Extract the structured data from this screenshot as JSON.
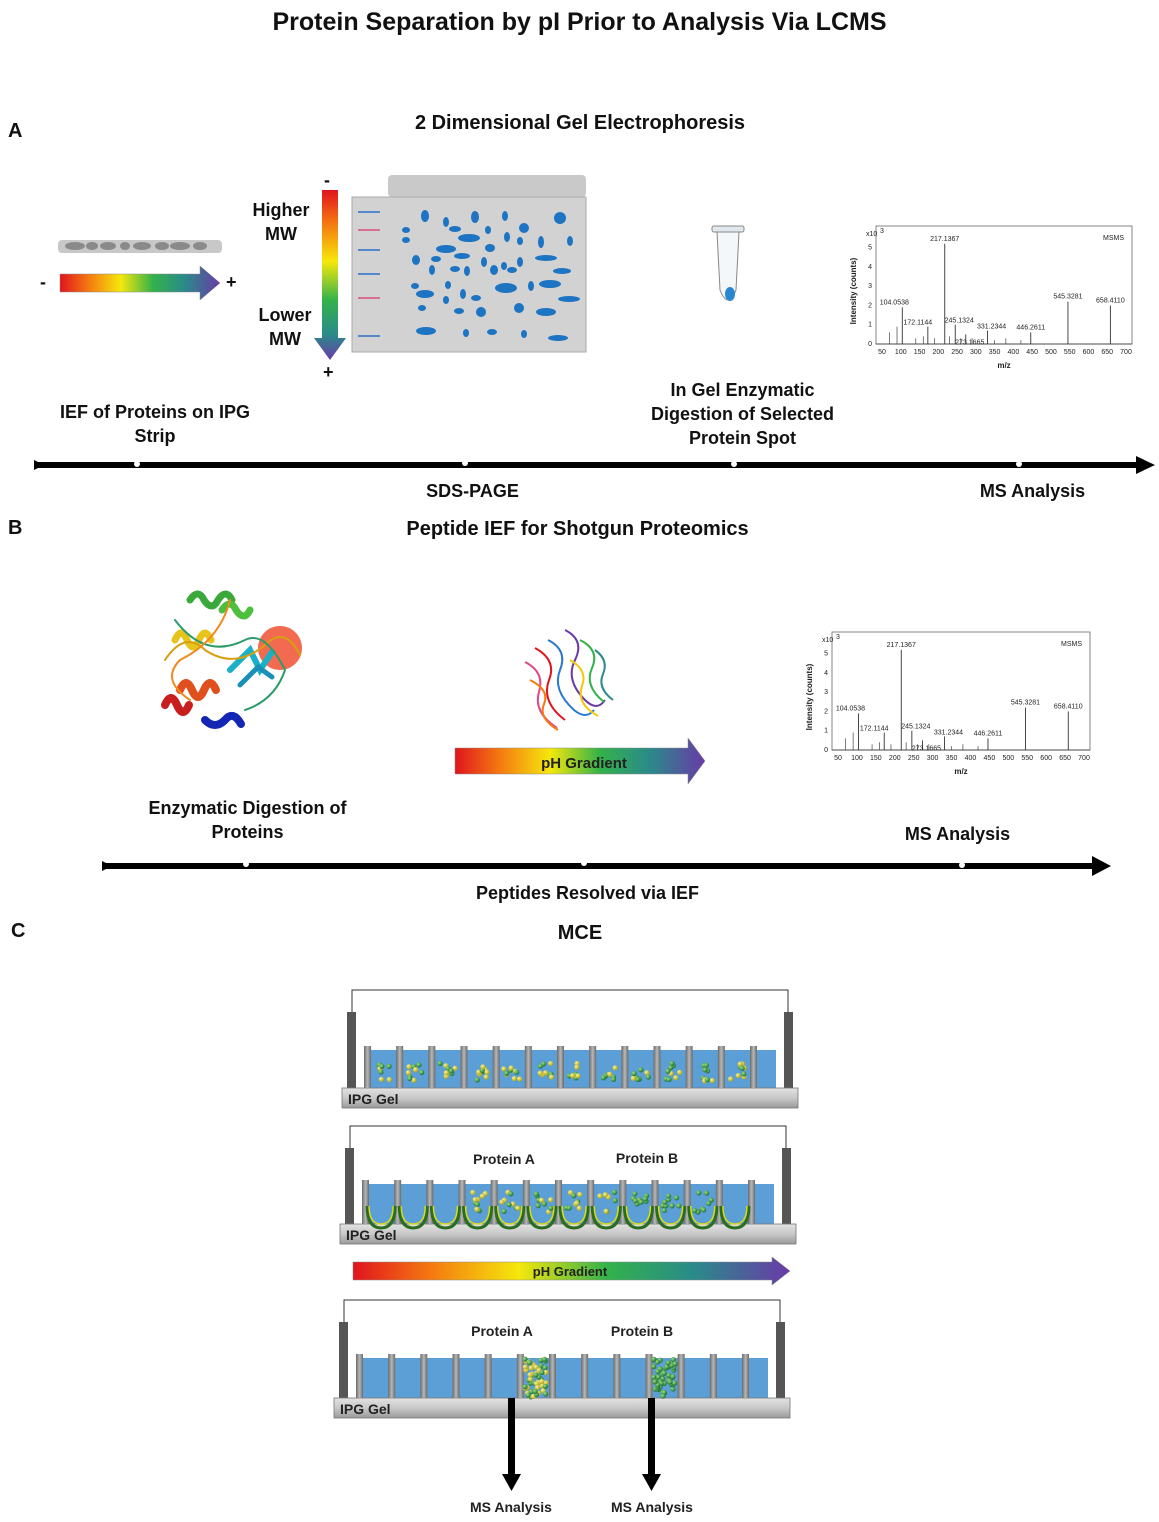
{
  "title": "Protein Separation by pI Prior to Analysis Via LCMS",
  "sectionA": {
    "letter": "A",
    "title": "2 Dimensional Gel Electrophoresis",
    "strip_minus": "-",
    "strip_plus": "+",
    "mw_minus": "-",
    "mw_plus": "+",
    "higher_mw": "Higher MW",
    "lower_mw": "Lower MW",
    "step_ief": "IEF of Proteins on IPG Strip",
    "step_sds": "SDS-PAGE",
    "step_digest": "In Gel Enzymatic Digestion of Selected Protein Spot",
    "step_ms": "MS Analysis"
  },
  "sectionB": {
    "letter": "B",
    "title": "Peptide IEF for Shotgun Proteomics",
    "ph_gradient": "pH Gradient",
    "step_digest": "Enzymatic Digestion of Proteins",
    "step_ief": "Peptides Resolved via IEF",
    "step_ms": "MS Analysis"
  },
  "sectionC": {
    "letter": "C",
    "title": "MCE",
    "ipg_gel": "IPG Gel",
    "protein_a": "Protein A",
    "protein_b": "Protein B",
    "ph_gradient": "pH Gradient",
    "ms_analysis": "MS Analysis"
  },
  "spectrum": {
    "label_tag": "MSMS",
    "y_label": "Intensity (counts)",
    "x_label": "m/z",
    "y_scale": "x10",
    "y_scale_exp": "3",
    "x_ticks": [
      "50",
      "100",
      "150",
      "200",
      "250",
      "300",
      "350",
      "400",
      "450",
      "500",
      "550",
      "600",
      "650",
      "700"
    ],
    "y_ticks": [
      "0",
      "1",
      "2",
      "3",
      "4",
      "5"
    ],
    "peaks": [
      {
        "mz": 104.0538,
        "label": "104.0538",
        "intensity": 1.9
      },
      {
        "mz": 172.1144,
        "label": "172.1144",
        "intensity": 0.9
      },
      {
        "mz": 217.1367,
        "label": "217.1367",
        "intensity": 5.2
      },
      {
        "mz": 245.1324,
        "label": "245.1324",
        "intensity": 1.0
      },
      {
        "mz": 273.1665,
        "label": "273.1665",
        "intensity": 0.5
      },
      {
        "mz": 331.2344,
        "label": "331.2344",
        "intensity": 0.7
      },
      {
        "mz": 446.2611,
        "label": "446.2611",
        "intensity": 0.6
      },
      {
        "mz": 545.3281,
        "label": "545.3281",
        "intensity": 2.2
      },
      {
        "mz": 658.411,
        "label": "658.4110",
        "intensity": 2.0
      }
    ],
    "minor_peaks": [
      {
        "mz": 70,
        "intensity": 0.6
      },
      {
        "mz": 90,
        "intensity": 0.9
      },
      {
        "mz": 140,
        "intensity": 0.3
      },
      {
        "mz": 160,
        "intensity": 0.4
      },
      {
        "mz": 190,
        "intensity": 0.3
      },
      {
        "mz": 230,
        "intensity": 0.4
      },
      {
        "mz": 260,
        "intensity": 0.3
      },
      {
        "mz": 290,
        "intensity": 0.3
      },
      {
        "mz": 350,
        "intensity": 0.2
      },
      {
        "mz": 380,
        "intensity": 0.3
      },
      {
        "mz": 420,
        "intensity": 0.2
      }
    ]
  }
}
